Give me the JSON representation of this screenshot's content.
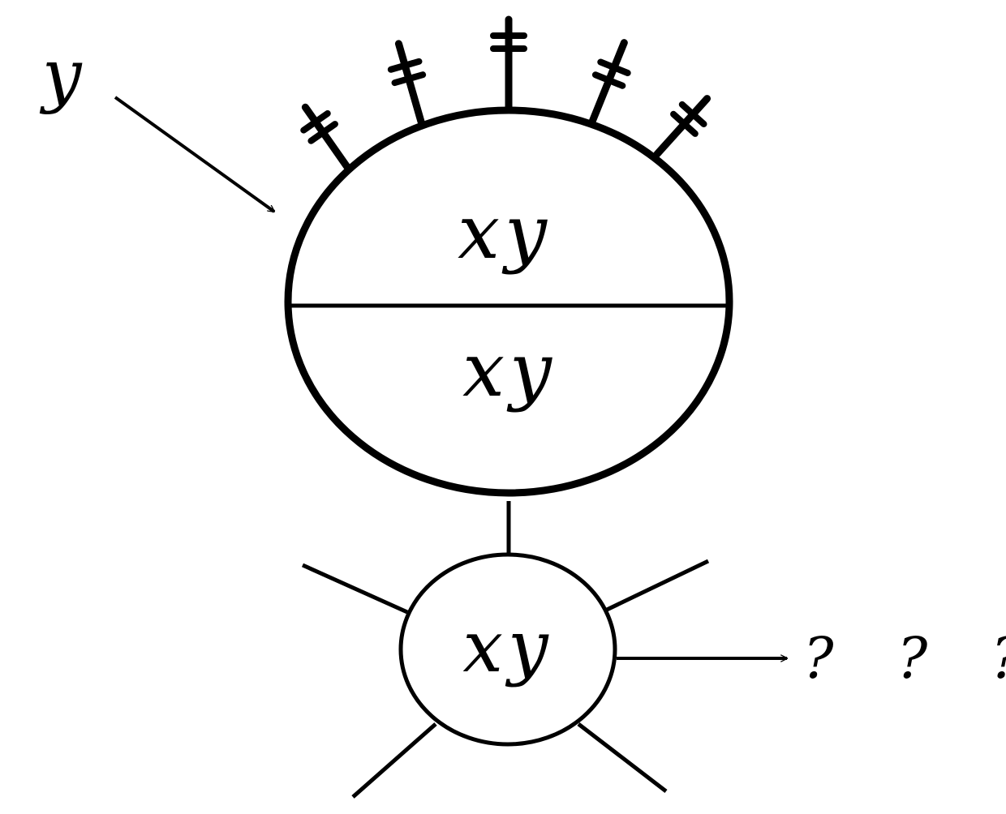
{
  "diagram": {
    "input_label": "y",
    "upper_half_label": "xy",
    "lower_half_label": "xy",
    "small_circle_label": "xy",
    "output_label": "? ? ?"
  }
}
